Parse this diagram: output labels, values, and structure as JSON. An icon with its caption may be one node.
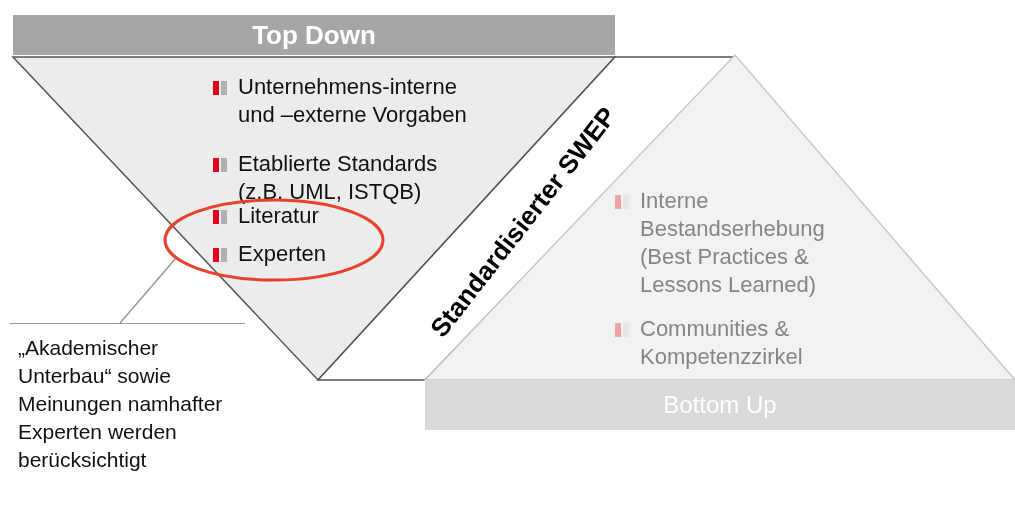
{
  "diagram": {
    "nodes": [
      {
        "text": [
          "Top Down"
        ]
      },
      {
        "text": [
          "Unternehmens-interne und –externe Vorgaben",
          "Etablierte Standards (z.B. UML, ISTQB)"
        ]
      },
      {
        "text": [
          "Literatur",
          "Experten"
        ],
        "in": 1
      },
      {
        "text": [
          "Standardisierter SWEP"
        ]
      },
      {
        "text": [
          "Interne Bestandserhebung (Best Practices & Lessons Learned)",
          "Communities & Kompetenzzirkel"
        ]
      },
      {
        "text": [
          "Bottom Up"
        ]
      },
      {
        "text": [
          "„Akademischer Unterbau“ sowie Meinungen namhafter Experten werden berücksichtigt"
        ]
      }
    ],
    "edges": [
      {
        "from": 6,
        "to": 2,
        "arrow": "none"
      }
    ]
  }
}
